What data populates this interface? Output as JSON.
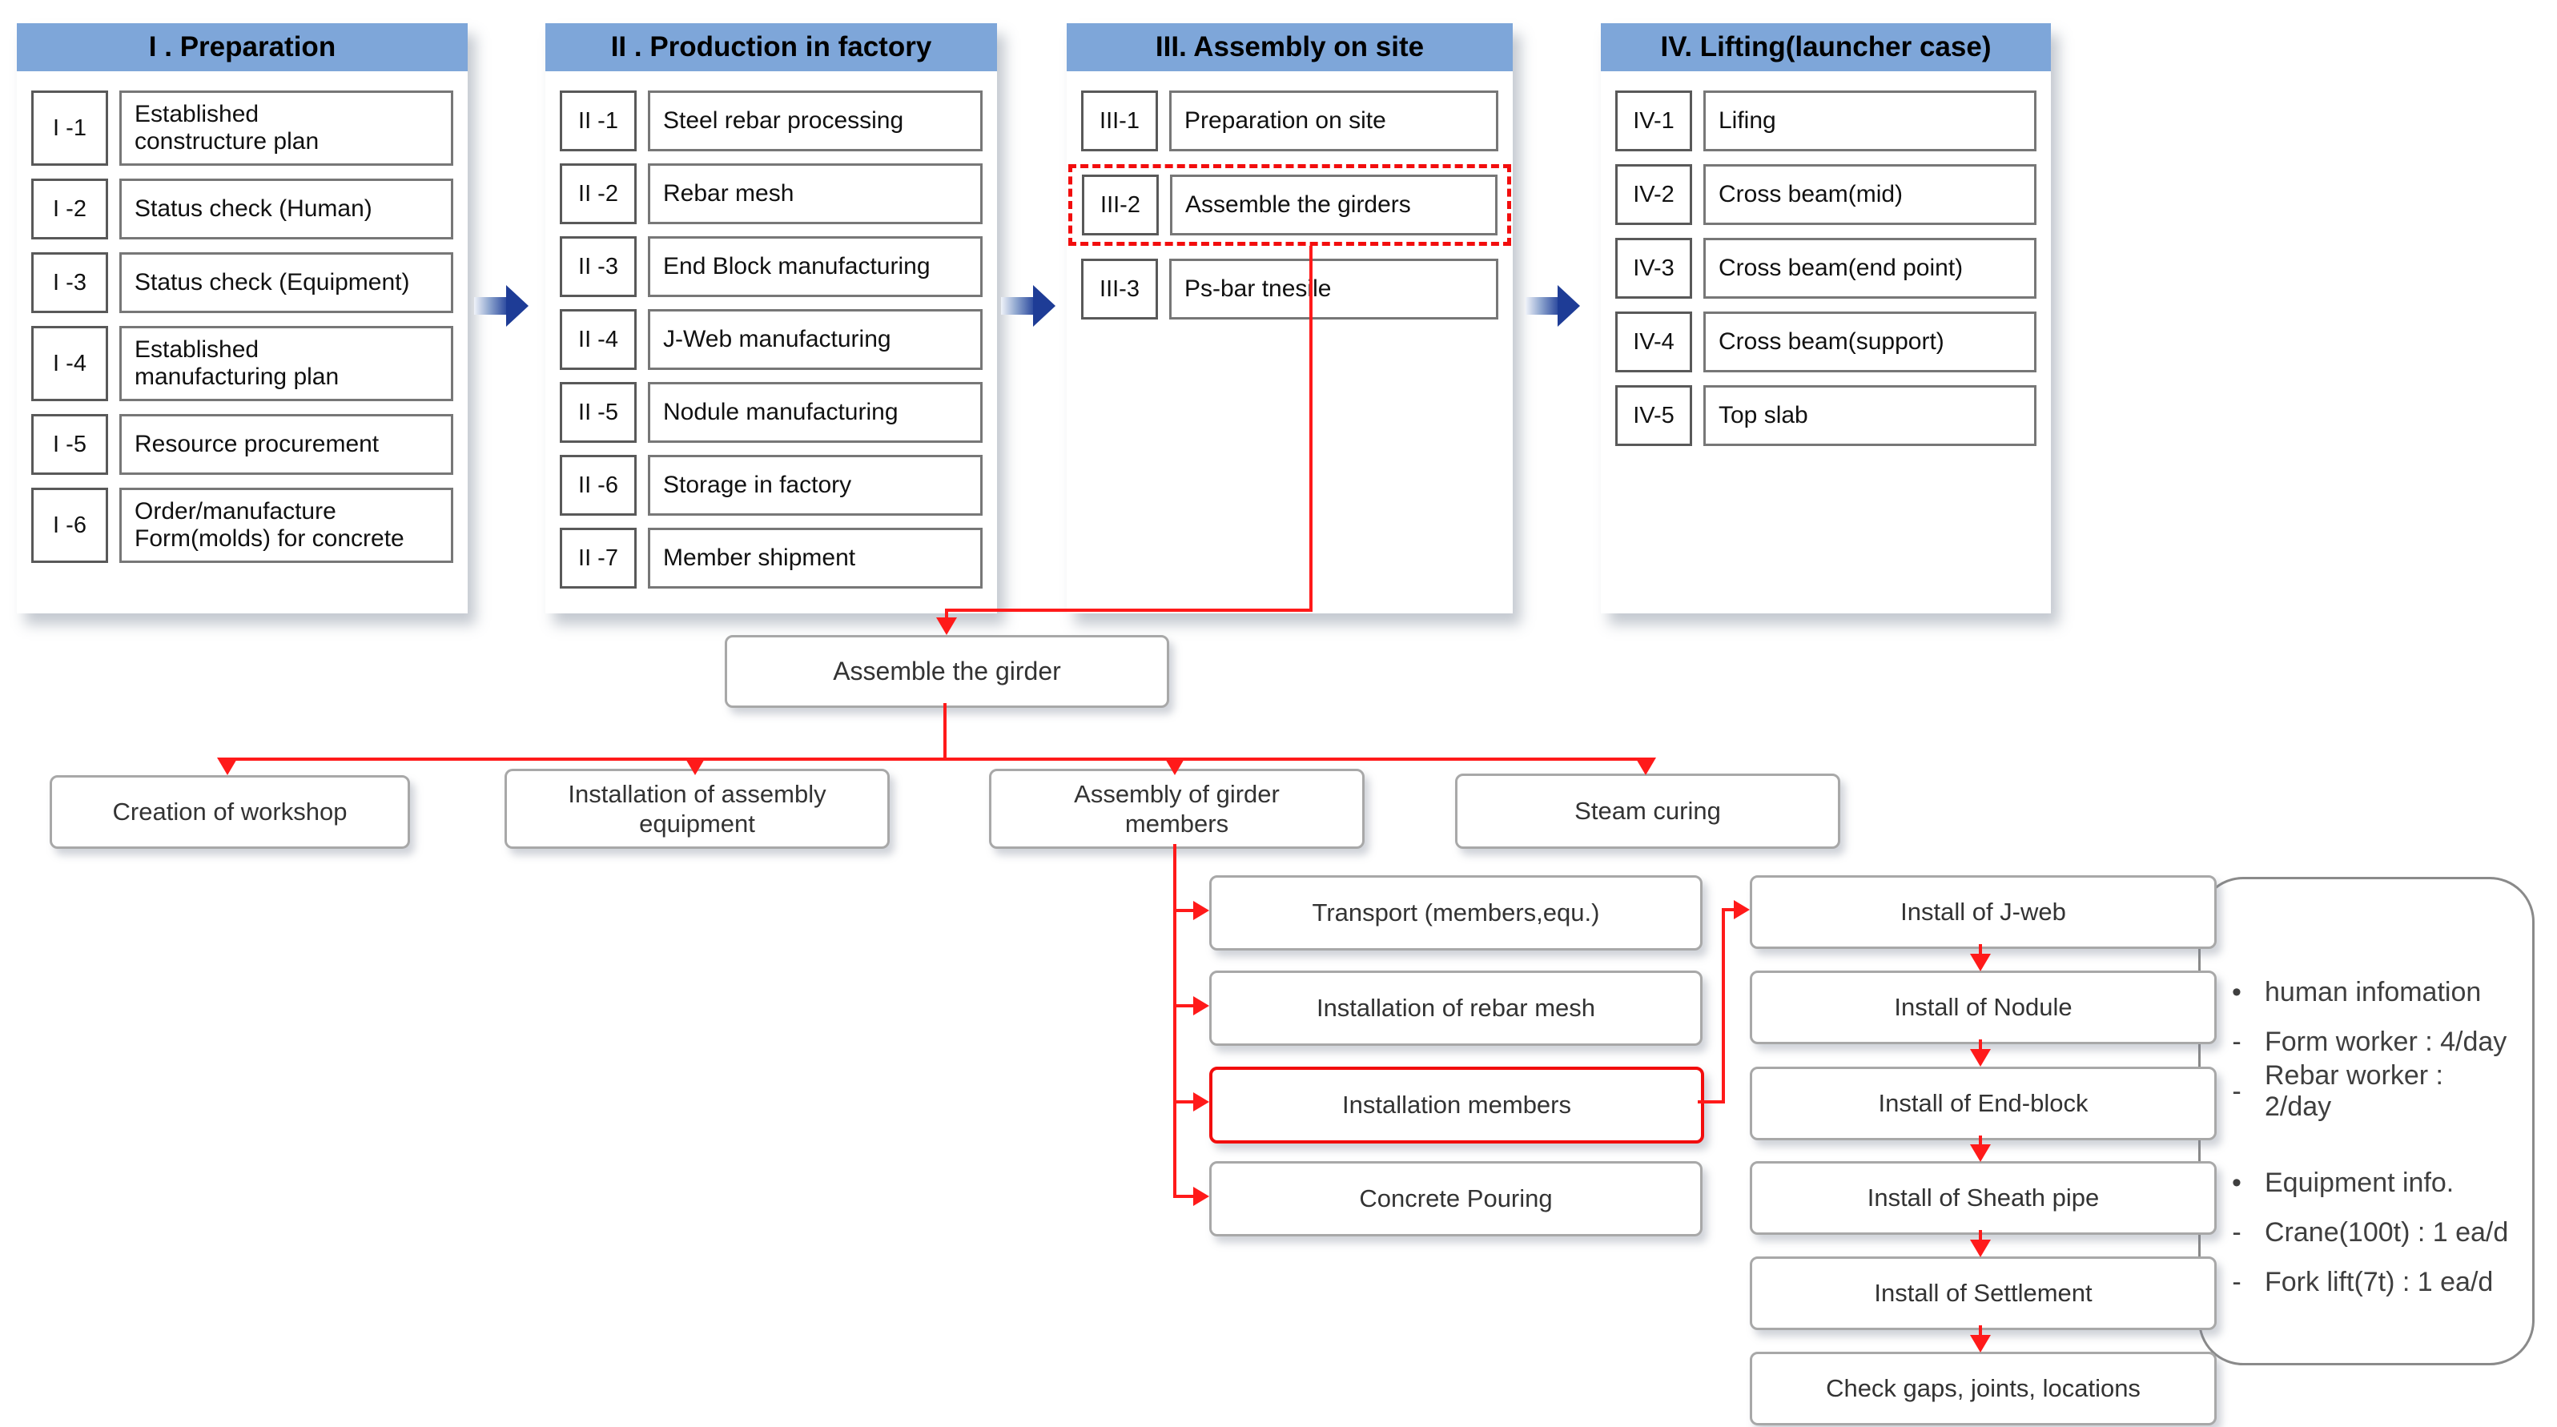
{
  "colors": {
    "header_blue": "#7ea6d9",
    "arrow_navy": "#1e3c96",
    "accent_red": "#ff1a1a"
  },
  "phases": [
    {
      "title": "I . Preparation",
      "items": [
        {
          "num": "I -1",
          "label": "Established\nconstructure plan"
        },
        {
          "num": "I -2",
          "label": "Status check (Human)"
        },
        {
          "num": "I -3",
          "label": "Status check (Equipment)"
        },
        {
          "num": "I -4",
          "label": "Established\nmanufacturing plan"
        },
        {
          "num": "I -5",
          "label": "Resource procurement"
        },
        {
          "num": "I -6",
          "label": "Order/manufacture\nForm(molds) for concrete"
        }
      ]
    },
    {
      "title": "II . Production in factory",
      "items": [
        {
          "num": "II -1",
          "label": "Steel rebar processing"
        },
        {
          "num": "II -2",
          "label": "Rebar mesh"
        },
        {
          "num": "II -3",
          "label": "End Block manufacturing"
        },
        {
          "num": "II -4",
          "label": "J-Web manufacturing"
        },
        {
          "num": "II -5",
          "label": "Nodule manufacturing"
        },
        {
          "num": "II -6",
          "label": "Storage in factory"
        },
        {
          "num": "II -7",
          "label": "Member shipment"
        }
      ]
    },
    {
      "title": "III. Assembly on site",
      "items": [
        {
          "num": "III-1",
          "label": "Preparation on site"
        },
        {
          "num": "III-2",
          "label": "Assemble the girders"
        },
        {
          "num": "III-3",
          "label": "Ps-bar tnesile"
        }
      ]
    },
    {
      "title": "IV. Lifting(launcher case)",
      "items": [
        {
          "num": "IV-1",
          "label": "Lifing"
        },
        {
          "num": "IV-2",
          "label": "Cross beam(mid)"
        },
        {
          "num": "IV-3",
          "label": "Cross beam(end point)"
        },
        {
          "num": "IV-4",
          "label": "Cross beam(support)"
        },
        {
          "num": "IV-5",
          "label": "Top slab"
        }
      ]
    }
  ],
  "flow": {
    "assemble_label": "Assemble the girder",
    "level2": [
      "Creation of workshop",
      "Installation of assembly\nequipment",
      "Assembly of girder\nmembers",
      "Steam curing"
    ],
    "sub_steps": [
      "Transport (members,equ.)",
      "Installation of rebar mesh",
      "Installation members",
      "Concrete Pouring"
    ],
    "install_steps": [
      "Install of J-web",
      "Install of Nodule",
      "Install of End-block",
      "Install of Sheath pipe",
      "Install of Settlement",
      "Check gaps, joints, locations"
    ]
  },
  "info_panel": {
    "lines": [
      {
        "bullet": "•",
        "text": "human infomation"
      },
      {
        "bullet": "-",
        "text": "Form worker : 4/day"
      },
      {
        "bullet": "-",
        "text": "Rebar worker : 2/day"
      },
      {
        "bullet": "•",
        "text": "Equipment info."
      },
      {
        "bullet": "-",
        "text": "Crane(100t) : 1 ea/d"
      },
      {
        "bullet": "-",
        "text": "Fork lift(7t) : 1 ea/d"
      }
    ]
  }
}
